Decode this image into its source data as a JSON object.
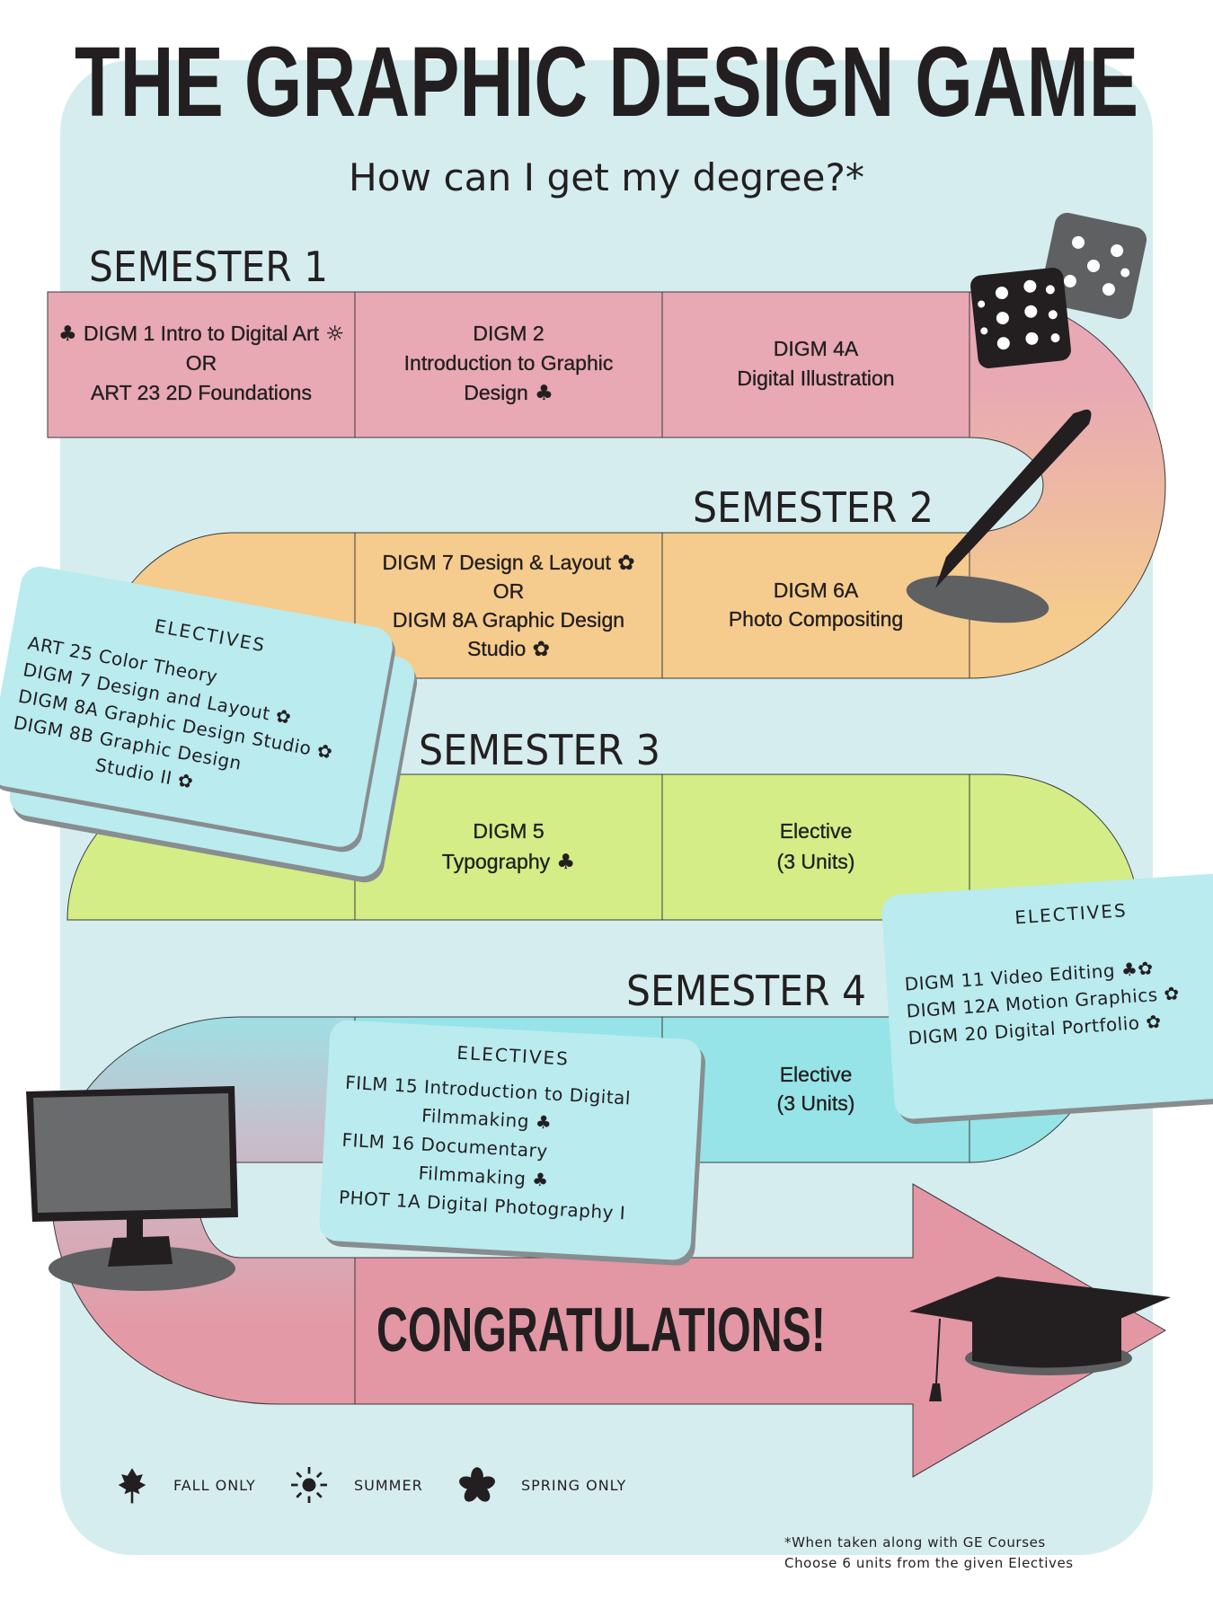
{
  "title": "THE GRAPHIC DESIGN GAME",
  "subtitle": "How can I get my degree?*",
  "colors": {
    "panel": "#d5edef",
    "semester1": "#e8a9b4",
    "semester2": "#f5cc8d",
    "semester3": "#d4ed86",
    "semester4": "#96e4e7",
    "finish": "#e396a4",
    "card": "#b9ebef",
    "ink": "#231f20"
  },
  "semesters": [
    {
      "label": "SEMESTER 1",
      "cells": [
        {
          "lines": [
            "DIGM 1 Intro to Digital Art",
            "OR",
            "ART 23 2D Foundations"
          ],
          "icons": [
            "fall-before-line-1",
            "summer-after-line-1"
          ]
        },
        {
          "lines": [
            "DIGM 2",
            "Introduction to Graphic",
            "Design"
          ],
          "icons": [
            "fall-after-line-3"
          ]
        },
        {
          "lines": [
            "DIGM 4A",
            "Digital Illustration"
          ],
          "icons": []
        }
      ]
    },
    {
      "label": "SEMESTER 2",
      "cells": [
        {
          "lines": [
            "DIGM 7 Design & Layout",
            "OR",
            "DIGM 8A Graphic Design",
            "Studio"
          ],
          "icons": [
            "spring-after-line-1",
            "spring-after-line-4"
          ]
        },
        {
          "lines": [
            "DIGM 6A",
            "Photo Compositing"
          ],
          "icons": []
        }
      ]
    },
    {
      "label": "SEMESTER 3",
      "cells": [
        {
          "lines": [
            "DIGM 5",
            "Typography"
          ],
          "icons": [
            "fall-after-line-2"
          ]
        },
        {
          "lines": [
            "Elective",
            "(3 Units)"
          ],
          "icons": []
        }
      ]
    },
    {
      "label": "SEMESTER 4",
      "cells": [
        {
          "lines": [
            "Elective",
            "(3 Units)"
          ],
          "icons": []
        }
      ]
    }
  ],
  "finish_label": "CONGRATULATIONS!",
  "elective_cards": [
    {
      "title": "ELECTIVES",
      "items": [
        "ART 25 Color Theory",
        "DIGM 7 Design and Layout",
        "DIGM 8A Graphic Design Studio",
        "DIGM 8B Graphic Design",
        "Studio II"
      ]
    },
    {
      "title": "ELECTIVES",
      "items": [
        "FILM 15 Introduction to Digital",
        "Filmmaking",
        "FILM 16 Documentary",
        "Filmmaking",
        "PHOT 1A Digital Photography I"
      ]
    },
    {
      "title": "ELECTIVES",
      "items": [
        "DIGM 11 Video Editing",
        "DIGM 12A Motion Graphics",
        "DIGM 20 Digital Portfolio"
      ]
    }
  ],
  "legend": [
    {
      "icon": "maple-leaf-icon",
      "label": "FALL ONLY"
    },
    {
      "icon": "sun-icon",
      "label": "SUMMER"
    },
    {
      "icon": "flower-icon",
      "label": "SPRING ONLY"
    }
  ],
  "footnote": [
    "*When taken along with GE Courses",
    "Choose 6 units from the given Electives"
  ]
}
